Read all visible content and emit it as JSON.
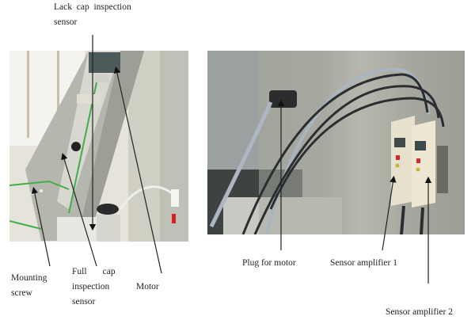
{
  "figure": {
    "left_photo": {
      "description": "Cap feeding chute machine with sensors and motor",
      "labels": {
        "lack_cap_sensor": [
          "Lack  cap  inspection",
          "sensor"
        ],
        "mounting_screw": [
          "Mounting",
          "screw"
        ],
        "full_cap_sensor": [
          "Full       cap",
          "inspection",
          "sensor"
        ],
        "motor": "Motor"
      }
    },
    "right_photo": {
      "description": "Motor plug and fiber sensor amplifiers mounted on panel",
      "labels": {
        "plug_for_motor": "Plug for motor",
        "sensor_amplifier_1": "Sensor amplifier 1",
        "sensor_amplifier_2": "Sensor amplifier 2"
      }
    }
  }
}
